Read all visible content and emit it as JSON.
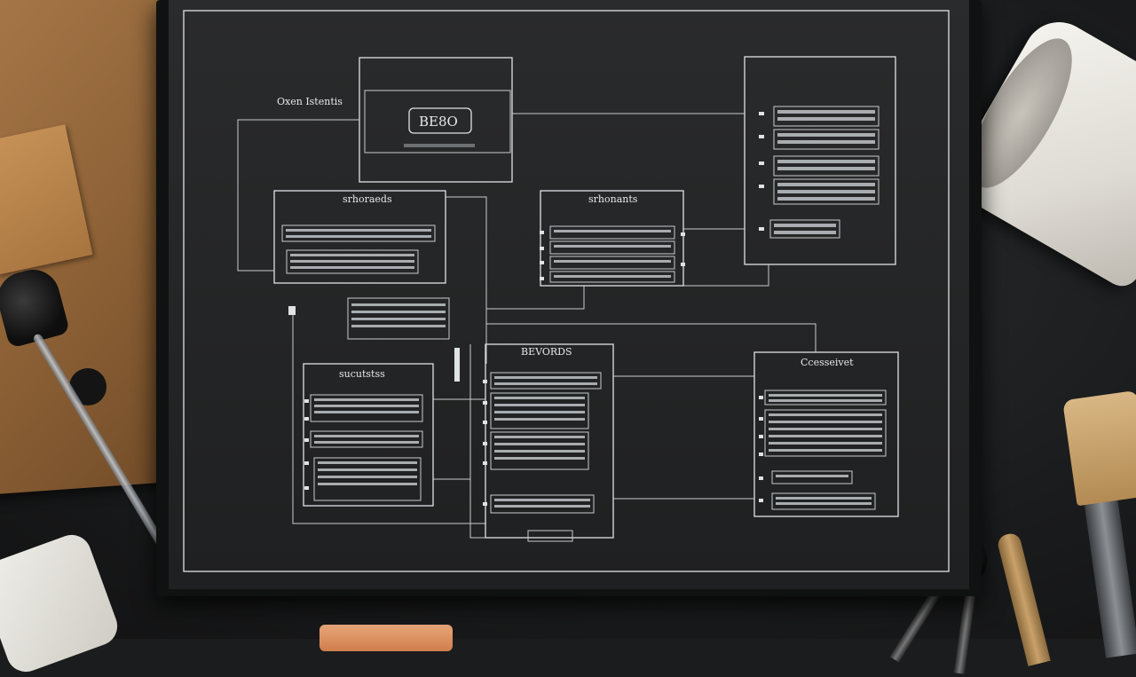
{
  "diagram": {
    "top_left_label": "Oxen Istentis",
    "center_badge": "BE8O",
    "boxes": [
      {
        "id": "box-a",
        "title": "srhoraeds"
      },
      {
        "id": "box-b",
        "title": "srhonants"
      },
      {
        "id": "box-c",
        "title": "sucutstss"
      },
      {
        "id": "box-d",
        "title": "BEVORDS"
      },
      {
        "id": "box-e",
        "title": "Ccesseivet"
      }
    ]
  },
  "colors": {
    "chalk": "#dfe3e6",
    "board": "#1f2021",
    "desk": "#1b1c1d"
  }
}
